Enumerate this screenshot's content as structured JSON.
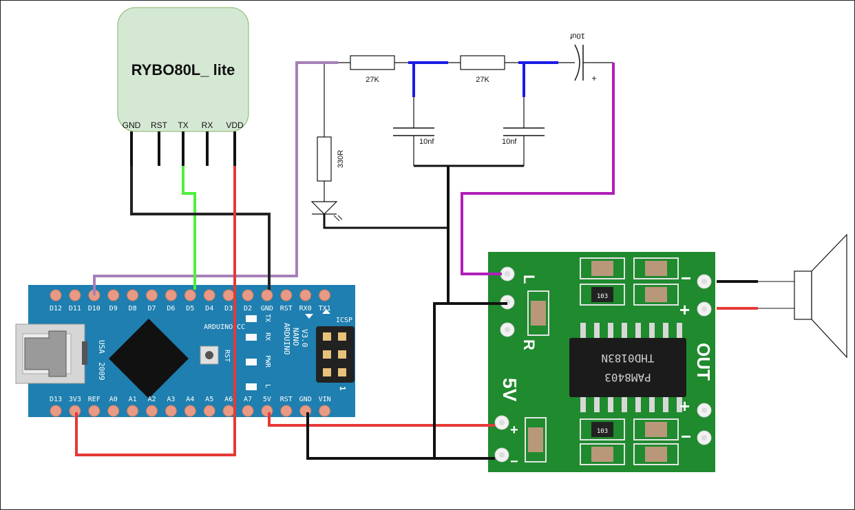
{
  "module": {
    "title": "RYBO80L_ lite",
    "pins": [
      "GND",
      "RST",
      "TX",
      "RX",
      "VDD"
    ],
    "fill_color": "#d5e8d4",
    "border_color": "#82b366"
  },
  "components": {
    "r1": "27K",
    "r2": "27K",
    "c1": "10nf",
    "c2": "10nf",
    "cap_out": "10uf",
    "cap_plus": "+",
    "led_resistor": "330R"
  },
  "arduino": {
    "top_pins": [
      "D12",
      "D11",
      "D10",
      "D9",
      "D8",
      "D7",
      "D6",
      "D5",
      "D4",
      "D3",
      "D2",
      "GND",
      "RST",
      "RX0",
      "TX1"
    ],
    "bottom_pins": [
      "D13",
      "3V3",
      "REF",
      "A0",
      "A1",
      "A2",
      "A3",
      "A4",
      "A5",
      "A6",
      "A7",
      "5V",
      "RST",
      "GND",
      "VIN"
    ],
    "site": "ARDUINO.CC",
    "name_lines": [
      "ARDUINO",
      "NANO",
      "V3.0"
    ],
    "icsp": "ICSP",
    "usa": "USA",
    "year": "2009",
    "rst_button": "RST",
    "led_labels": [
      "TX",
      "RX",
      "PWR",
      "L"
    ],
    "icsp_pin1": "1",
    "board_color": "#1e7fb0"
  },
  "amp": {
    "chip_top": "THD0183N",
    "chip_bottom": "PAM8403",
    "label_L": "L",
    "label_R": "R",
    "label_5V": "5V",
    "label_out": "OUT",
    "resistor_code_1": "103",
    "resistor_code_2": "103",
    "board_color": "#1f8a2e"
  },
  "wire_colors": {
    "black": "#222222",
    "red": "#e53935",
    "green": "#4cf03a",
    "lavender": "#a680b8",
    "magenta": "#b01fb8",
    "blue": "#1a1ae6"
  }
}
